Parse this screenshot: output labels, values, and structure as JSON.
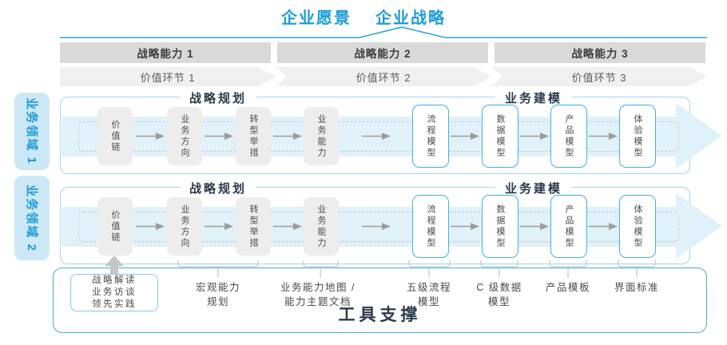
{
  "title": {
    "vision": "企业愿景",
    "strategy": "企业战略"
  },
  "capabilities": [
    "战略能力 1",
    "战略能力 2",
    "战略能力 3"
  ],
  "value_links": [
    "价值环节 1",
    "价值环节 2",
    "价值环节 3"
  ],
  "domains": [
    "业务领域 1",
    "业务领域 2"
  ],
  "sections": {
    "planning": "战略规划",
    "modeling": "业务建模"
  },
  "planning_boxes": [
    "价值链",
    "业务方向",
    "转型举措",
    "业务能力"
  ],
  "modeling_boxes": [
    "流程模型",
    "数据模型",
    "产品模型",
    "体验模型"
  ],
  "practice_box": {
    "lines": [
      "战略解读",
      "业务访谈",
      "领先实践"
    ]
  },
  "deliverables": [
    {
      "line1": "宏观能力",
      "line2": "规划"
    },
    {
      "line1": "业务能力地图 /",
      "line2": "能力主题文档"
    },
    {
      "line1": "五级流程",
      "line2": "模型"
    },
    {
      "line1": "C 级数据",
      "line2": "模型"
    },
    {
      "line1": "产品模板",
      "line2": ""
    },
    {
      "line1": "界面标准",
      "line2": ""
    }
  ],
  "footer": {
    "title": "工具支撑"
  },
  "colors": {
    "accent": "#1b9cd8",
    "line": "#2aa3db",
    "panel_border": "#a3d4ed",
    "box_border": "#3fb0e4",
    "domain_bg": "#cce8f6",
    "domain_text": "#1e9ad6",
    "band": "#e1f1fa",
    "bar_bg": "#d9d9d9",
    "chevron_bg": "#f0f0f0",
    "gray_box": "#ededed",
    "arrow": "#9c9c9c",
    "connector": "#c9c9c9",
    "dark": "#2b3a4a",
    "text": "#4a4a4a",
    "tools_border": "#45abdd",
    "practice_border": "#85c8ea"
  }
}
